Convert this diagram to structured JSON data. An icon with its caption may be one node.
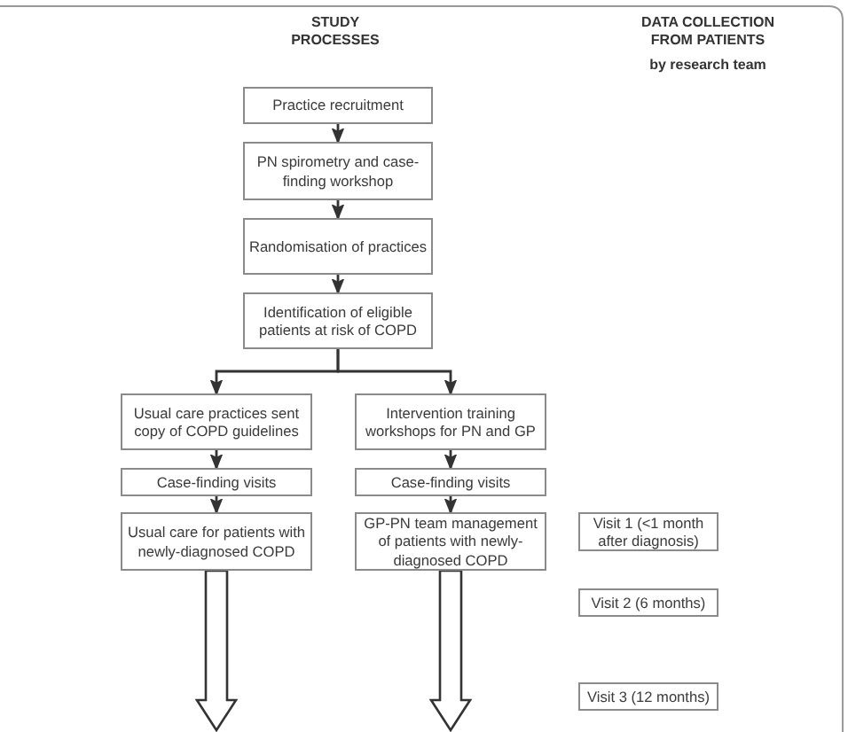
{
  "diagram": {
    "nodes": [
      {
        "text": [
          "Practice recruitment"
        ]
      },
      {
        "text": [
          "PN spirometry and case-finding workshop"
        ]
      },
      {
        "text": [
          "Randomisation of practices"
        ]
      },
      {
        "text": [
          "Identification of eligible patients at risk of COPD"
        ]
      },
      {
        "text": [
          "Usual care practices sent copy of COPD guidelines"
        ]
      },
      {
        "text": [
          "Intervention training workshops for PN and GP"
        ]
      },
      {
        "text": [
          "Case-finding visits"
        ]
      },
      {
        "text": [
          "Case-finding visits"
        ]
      },
      {
        "text": [
          "Usual care for patients with newly-diagnosed COPD"
        ]
      },
      {
        "text": [
          "GP-PN team management of patients with newly-diagnosed COPD"
        ]
      },
      {
        "text": [
          "Visit 1 (<1 month after diagnosis)"
        ]
      },
      {
        "text": [
          "Visit 2 (6 months)"
        ]
      },
      {
        "text": [
          "Visit 3 (12 months)"
        ]
      }
    ],
    "edges": [
      {
        "from": 0,
        "to": 1,
        "arrow": "to"
      },
      {
        "from": 1,
        "to": 2,
        "arrow": "to"
      },
      {
        "from": 2,
        "to": 3,
        "arrow": "to"
      },
      {
        "from": 3,
        "to": 4,
        "arrow": "to"
      },
      {
        "from": 3,
        "to": 5,
        "arrow": "to"
      },
      {
        "from": 4,
        "to": 6,
        "arrow": "to"
      },
      {
        "from": 5,
        "to": 7,
        "arrow": "to"
      },
      {
        "from": 6,
        "to": 8,
        "arrow": "to"
      },
      {
        "from": 7,
        "to": 9,
        "arrow": "to"
      },
      {
        "from": 8,
        "to": null,
        "arrow": "to",
        "style": "thick"
      },
      {
        "from": 9,
        "to": null,
        "arrow": "to",
        "style": "thick"
      }
    ],
    "labels": [
      "STUDY PROCESSES",
      "DATA COLLECTION FROM PATIENTS",
      "by research team"
    ]
  }
}
